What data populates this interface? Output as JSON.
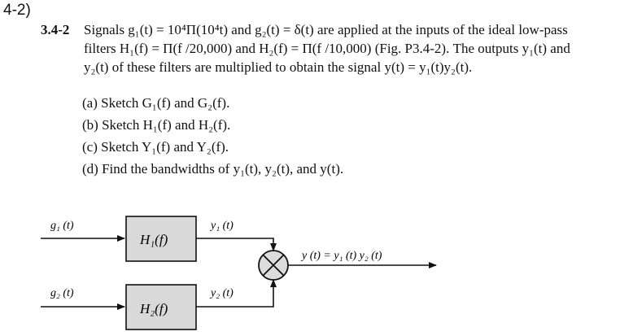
{
  "problem_label": "4-2)",
  "problem_number": "3.4-2",
  "paragraph_lines": [
    "Signals g₁(t) = 10⁴Π(10⁴t) and g₂(t) = δ(t) are applied at the inputs of the ideal low-pass",
    "filters H₁(f) = Π(f /20,000) and H₂(f) = Π(f /10,000) (Fig. P3.4-2). The outputs y₁(t) and",
    "y₂(t) of these filters are multiplied to obtain the signal y(t) = y₁(t)y₂(t)."
  ],
  "parts": [
    {
      "label": "(a)",
      "text": "Sketch G₁(f) and G₂(f)."
    },
    {
      "label": "(b)",
      "text": "Sketch H₁(f) and H₂(f)."
    },
    {
      "label": "(c)",
      "text": "Sketch Y₁(f) and Y₂(f)."
    },
    {
      "label": "(d)",
      "text": "Find the bandwidths of y₁(t), y₂(t), and y(t)."
    }
  ],
  "diagram": {
    "input1": "g₁ (t)",
    "input2": "g₂ (t)",
    "filter1": "H₁(f)",
    "filter2": "H₂(f)",
    "output1": "y₁ (t)",
    "output2": "y₂ (t)",
    "final_output": "y (t) = y₁ (t) y₂ (t)"
  },
  "colors": {
    "box_fill": "#d9d9d9",
    "multiplier_fill": "#dcdcdc",
    "line": "#111111"
  }
}
